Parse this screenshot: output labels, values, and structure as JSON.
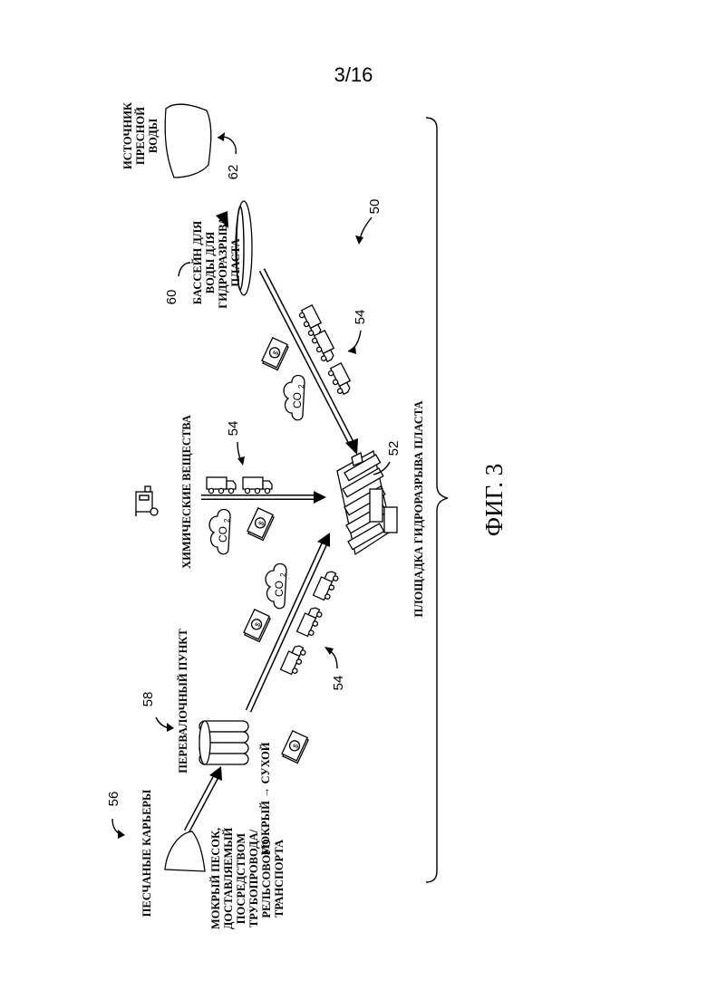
{
  "page_number": "3/16",
  "figure_caption": "ФИГ. 3",
  "refs": {
    "system": "50",
    "fracturing_site": "52",
    "trucks": "54",
    "sand_mines": "56",
    "transload": "58",
    "pool": "60",
    "fresh_water": "62"
  },
  "labels": {
    "fresh_water_source": [
      "ИСТОЧНИК",
      "ПРЕСНОЙ",
      "ВОДЫ"
    ],
    "pool": [
      "БАССЕЙН ДЛЯ",
      "ВОДЫ ДЛЯ",
      "ГИДРОРАЗРЫВА",
      "ПЛАСТА"
    ],
    "chemicals": "ХИМИЧЕСКИЕ ВЕЩЕСТВА",
    "fracturing_site": "ПЛОЩАДКА ГИДРОРАЗРЫВА ПЛАСТА",
    "transload": "ПЕРЕВАЛОЧНЫЙ ПУНКТ",
    "wet_dry": "МОКРЫЙ → СУХОЙ",
    "sand_mines": "ПЕСЧАНЫЕ КАРЬЕРЫ",
    "wet_sand": [
      "МОКРЫЙ ПЕСОК,",
      "ДОСТАВЛЯЕМЫЙ",
      "ПОСРЕДСТВОМ",
      "ТРУБОПРОВОДА/",
      "РЕЛЬСОВОГО",
      "ТРАНСПОРТА"
    ],
    "co2_main": "CO",
    "co2_sub": "2",
    "dollar": "$"
  },
  "icons": [
    "truck-icon",
    "money-icon",
    "co2-cloud-icon",
    "silo-icon",
    "pond-icon",
    "chemical-plant-icon",
    "frac-site-icon",
    "sand-pile-icon",
    "water-source-icon"
  ]
}
